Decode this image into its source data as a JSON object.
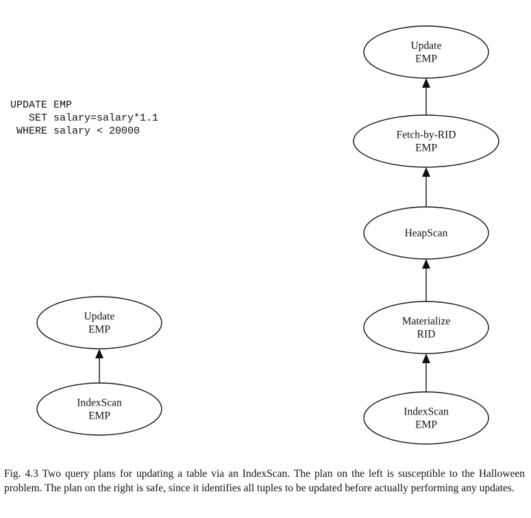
{
  "sql": {
    "lines": [
      "UPDATE EMP",
      "   SET salary=salary*1.1",
      " WHERE salary < 20000"
    ]
  },
  "left_plan": {
    "nodes": [
      {
        "id": "left-update",
        "lines": [
          "Update",
          "EMP"
        ]
      },
      {
        "id": "left-indexscan",
        "lines": [
          "IndexScan",
          "EMP"
        ]
      }
    ],
    "edges": [
      {
        "from": "left-indexscan",
        "to": "left-update"
      }
    ]
  },
  "right_plan": {
    "nodes": [
      {
        "id": "right-update",
        "lines": [
          "Update",
          "EMP"
        ]
      },
      {
        "id": "right-fetch-by-rid",
        "lines": [
          "Fetch-by-RID",
          "EMP"
        ]
      },
      {
        "id": "right-heapscan",
        "lines": [
          "HeapScan"
        ]
      },
      {
        "id": "right-materialize",
        "lines": [
          "Materialize",
          "RID"
        ]
      },
      {
        "id": "right-indexscan",
        "lines": [
          "IndexScan",
          "EMP"
        ]
      }
    ],
    "edges": [
      {
        "from": "right-fetch-by-rid",
        "to": "right-update"
      },
      {
        "from": "right-heapscan",
        "to": "right-fetch-by-rid"
      },
      {
        "from": "right-materialize",
        "to": "right-heapscan"
      },
      {
        "from": "right-indexscan",
        "to": "right-materialize"
      }
    ]
  },
  "caption": {
    "text": "Fig. 4.3 Two query plans for updating a table via an IndexScan. The plan on the left is susceptible to the Halloween problem. The plan on the right is safe, since it identifies all tuples to be updated before actually performing any updates."
  }
}
